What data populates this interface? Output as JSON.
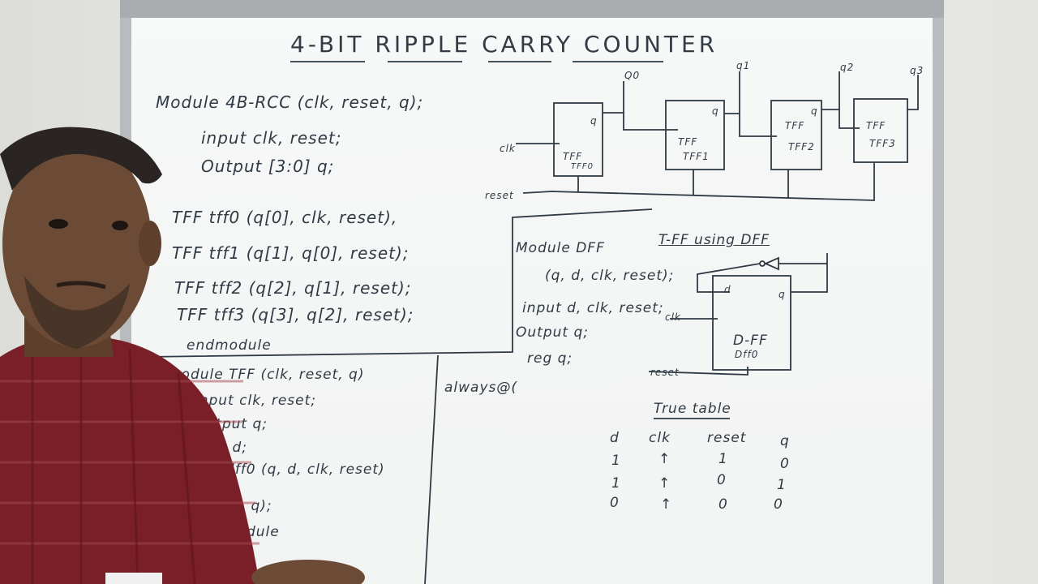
{
  "board": {
    "title": "4-BIT RIPPLE CARRY COUNTER",
    "rcc_module": [
      "Module  4B-RCC  (clk, reset, q);",
      "input  clk, reset;",
      "Output  [3:0] q;",
      "TFF  tff0  (q[0], clk, reset),",
      "TFF   tff1  (q[1],  q[0], reset);",
      "TFF   tff2  (q[2],  q[1], reset);",
      "TFF  tff3  (q[3],  q[2], reset);",
      "endmodule"
    ],
    "tff_module": [
      "module  TFF  (clk, reset, q)",
      "input  clk, reset;",
      "Output  q;",
      "wire  d;",
      "DFF  dff0  (q,  d, clk, reset)",
      "not  (d, q);",
      "endmodule"
    ],
    "always_text": "always@(",
    "counter_diagram": {
      "clk_label": "clk",
      "reset_label": "reset",
      "outputs": [
        "Q0",
        "q1",
        "q2",
        "q3"
      ],
      "flipflops": [
        {
          "type": "TFF",
          "name": "TFF0",
          "out": "q"
        },
        {
          "type": "TFF",
          "name": "TFF1",
          "out": "q"
        },
        {
          "type": "TFF",
          "name": "TFF2",
          "out": "q"
        },
        {
          "type": "TFF",
          "name": "TFF3",
          "out": ""
        }
      ]
    },
    "dff_module": [
      "Module  DFF",
      "(q, d, clk, reset);",
      "input  d, clk, reset;",
      "Output  q;",
      "reg  q;"
    ],
    "tff_using_dff": {
      "title": "T-FF  using  DFF",
      "d_label": "d",
      "q_label": "q",
      "clk_label": "clk",
      "reset_label": "reset",
      "block_name": "D-FF",
      "block_instance": "Dff0"
    },
    "truth_table": {
      "title": "True table",
      "headers": [
        "d",
        "clk",
        "reset",
        "q"
      ],
      "rows": [
        [
          "1",
          "↑",
          "1",
          "0"
        ],
        [
          "1",
          "↑",
          "0",
          "1"
        ],
        [
          "0",
          "↑",
          "0",
          "0"
        ]
      ]
    }
  },
  "colors": {
    "marker": "#2f3a44",
    "board": "#f4f5f5",
    "frame": "#b9bcbe",
    "shirt": "#7a1f28",
    "skin": "#6b4a36"
  }
}
